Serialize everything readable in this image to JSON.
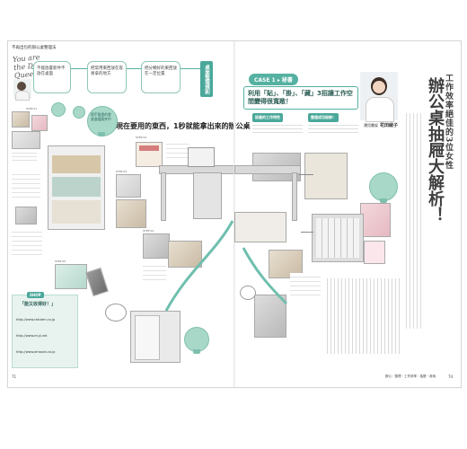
{
  "left_page": {
    "top_label": "不再出包的辦公桌整理法",
    "intro_script": "You are the Desk Queen!",
    "tag_intro": "桌面整理規則",
    "bubbles": [
      "不能放置新件不放在桌面",
      "把常用東西放在容易拿的地方",
      "把分類好的東西放在一定位置"
    ],
    "section_header": "現在要用的東西，1秒就能拿出來的辦公桌",
    "step_labels": [
      "STEP 01",
      "STEP 02",
      "STEP 03",
      "STEP 04",
      "STEP 05"
    ],
    "callout_bulb": "隨手整理的書放進檔案夾中",
    "info_box_title": "「能又收得好！」",
    "info_links": [
      "http://www.rakuten.co.jp",
      "http://www.muji.net",
      "http://www.amazon.co.jp"
    ],
    "page_number": "71"
  },
  "right_page": {
    "case_label": "CASE 1 ▸ 秘書",
    "case_headline": "利用「貼」、「掛」、「藏」3招讓工作空間變得很寬敞！",
    "sub_tag_1": "秘書的工作特性",
    "sub_tag_2": "整理成功秘訣！",
    "person_label": "運用書架",
    "person_name": "花田綾子",
    "main_title_1": "工作效率絕佳的3位女性",
    "main_title_2": "辦公桌抽屜大解析！",
    "footer_text": "辦公・整理・工作效率・抽屜・收納",
    "page_number": "74"
  }
}
